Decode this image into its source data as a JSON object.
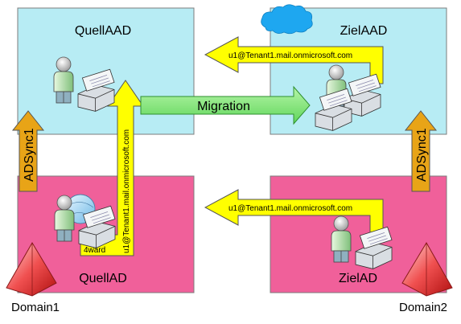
{
  "boxes": {
    "quell_aad": "QuellAAD",
    "ziel_aad": "ZielAAD",
    "quell_ad": "QuellAD",
    "ziel_ad": "ZielAD"
  },
  "arrows": {
    "migration": "Migration",
    "adsync_left": "ADSync1",
    "adsync_right": "ADSync1",
    "upn_top": "u1@Tenant1.mail.onmicrosoft.com",
    "upn_bottom": "u1@Tenant1.mail.onmicrosoft.com",
    "upn_vertical": "u1@Tenant1.mail.onmicrosoft.com",
    "fourward": "4ward"
  },
  "domains": {
    "left": "Domain1",
    "right": "Domain2"
  },
  "icons": [
    "user-with-mailboxes-icon",
    "cloud-icon",
    "domain-pyramid-icon"
  ],
  "colors": {
    "aad_box": "#b7ecf4",
    "ad_box": "#f0609a",
    "upn_arrow": "#ffff00",
    "adsync_arrow": "#e8a417",
    "migration_arrow": "#8ef08a",
    "cloud": "#1ea7f0",
    "pyramid": "#ee2c2c"
  }
}
